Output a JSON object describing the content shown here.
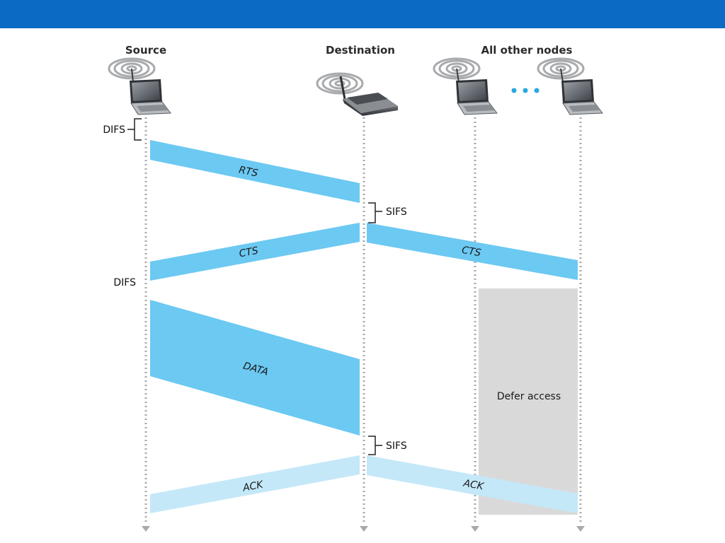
{
  "nodes": {
    "source": "Source",
    "destination": "Destination",
    "others": "All other nodes"
  },
  "timing": {
    "difs_1": "DIFS",
    "sifs_1": "SIFS",
    "difs_2": "DIFS",
    "sifs_2": "SIFS"
  },
  "frames": {
    "rts": "RTS",
    "cts_to_source": "CTS",
    "cts_broadcast": "CTS",
    "data": "DATA",
    "ack_to_source": "ACK",
    "ack_broadcast": "ACK"
  },
  "defer": "Defer access",
  "colors": {
    "header": "#0b6bc4",
    "frame": "#6cc9f2",
    "ack_frame": "#c4e8f8",
    "defer": "#d9d9d9",
    "timeline": "#a9a9a9",
    "dots": "#2aa8e0"
  },
  "icons": [
    "wifi-signal-icon",
    "laptop-icon",
    "access-point-icon",
    "ellipsis-icon"
  ]
}
